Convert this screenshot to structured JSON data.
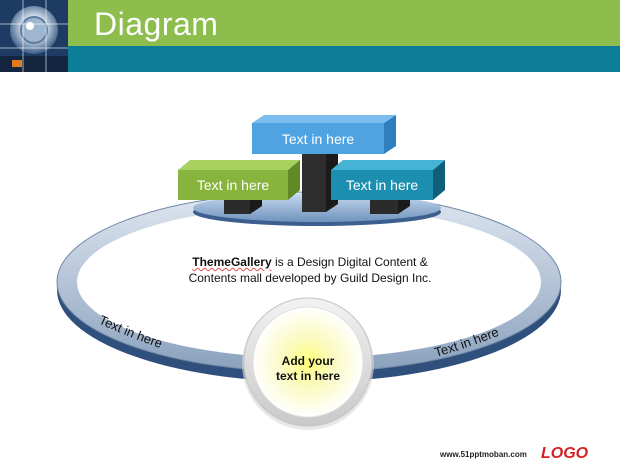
{
  "title": "Diagram",
  "boxes": {
    "top": "Text in here",
    "left": "Text in here",
    "right": "Text in here"
  },
  "description": {
    "brand": "ThemeGallery",
    "line1_rest": " is a Design Digital Content &",
    "line2": "Contents mall developed by Guild Design Inc."
  },
  "ring_labels": {
    "left": "Text in here",
    "right": "Text in here"
  },
  "center": {
    "line1": "Add your",
    "line2": "text in here"
  },
  "footer": {
    "url": "www.51pptmoban.com",
    "logo": "LOGO"
  },
  "colors": {
    "green": "#8cbd4d",
    "teal": "#0d7e98",
    "blue_box": "#4ea3e0",
    "green_box": "#86b43c",
    "teal_box": "#1c8fb0",
    "logo_red": "#d42020"
  }
}
